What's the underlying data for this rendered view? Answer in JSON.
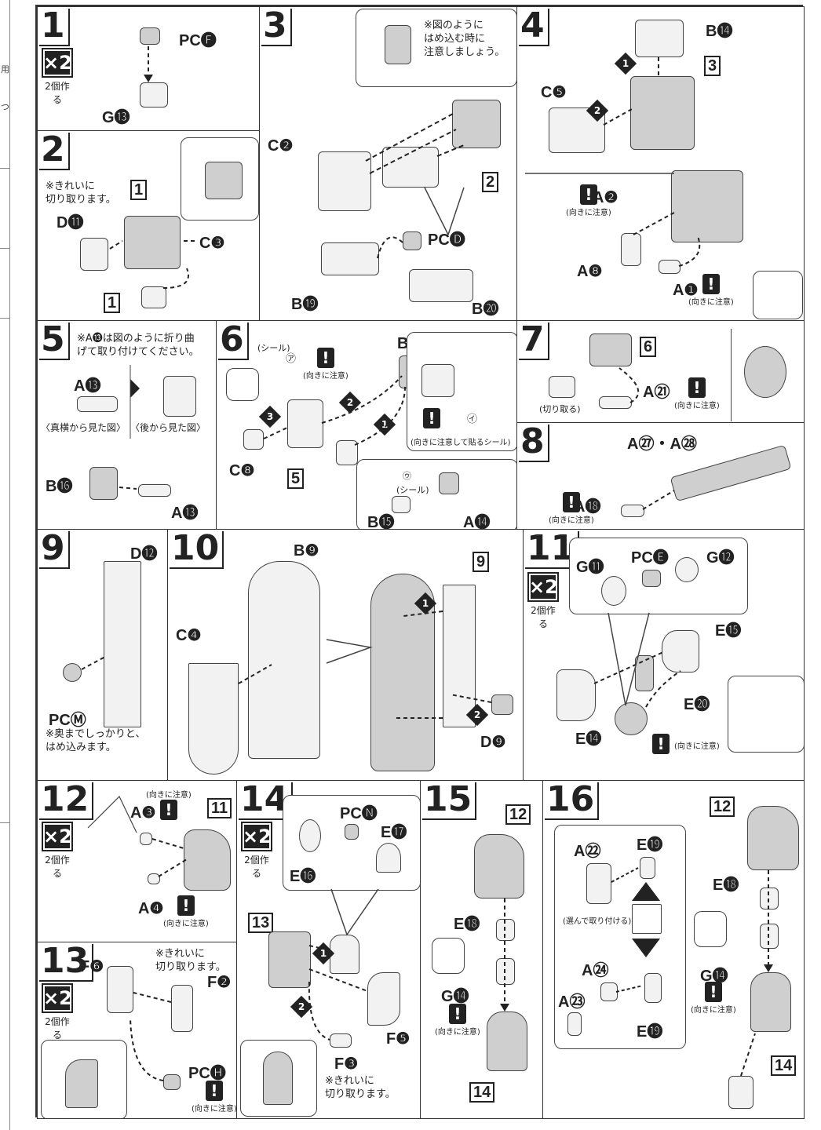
{
  "margin": {
    "chars": [
      "用",
      "つ"
    ]
  },
  "steps": {
    "s1": {
      "num": "1",
      "x2": "×2",
      "x2_label": "2個作る",
      "parts": [
        "PC🅕",
        "G⓭"
      ]
    },
    "s2": {
      "num": "2",
      "note": "※きれいに\n切り取ります。",
      "ref_a": "1",
      "ref_b": "1",
      "parts": [
        "D⓫",
        "C❸"
      ]
    },
    "s3": {
      "num": "3",
      "note": "※図のように\nはめ込む時に\n注意しましょう。",
      "ref": "2",
      "parts": [
        "C❷",
        "PC🅓",
        "B⓳",
        "B⓴"
      ]
    },
    "s4": {
      "num": "4",
      "ref": "3",
      "parts": [
        "B⓮",
        "C❺",
        "A❷",
        "A❽",
        "A❶"
      ],
      "seq": [
        "1",
        "2"
      ],
      "caution": "(向きに注意)"
    },
    "s5": {
      "num": "5",
      "note": "※A⓭は図のように折り曲\nげて取り付けてください。",
      "parts": [
        "A⓭",
        "B⓰",
        "A⓭"
      ],
      "view_side": "〈真横から見た図〉",
      "view_back": "〈後から見た図〉"
    },
    "s6": {
      "num": "6",
      "ref": "5",
      "parts": [
        "B⓱",
        "C❽",
        "B⓯",
        "A⓮"
      ],
      "seal_a": "(シール)",
      "seal_a_id": "㋐",
      "seal_u": "(シール)",
      "seal_u_id": "㋒",
      "seal_i_id": "㋑",
      "caution": "(向きに注意)",
      "caution_seal": "(向きに注意して貼るシール)",
      "seq": [
        "1",
        "2",
        "3"
      ]
    },
    "s7": {
      "num": "7",
      "ref": "6",
      "parts": [
        "A㉑"
      ],
      "cut_label": "(切り取る)",
      "caution": "(向きに注意)"
    },
    "s8": {
      "num": "8",
      "parts": [
        "A㉗・A㉘",
        "A⓲"
      ],
      "caution": "(向きに注意)"
    },
    "s9": {
      "num": "9",
      "parts": [
        "D⓬",
        "PCⓂ"
      ],
      "note": "※奥までしっかりと、\nはめ込みます。"
    },
    "s10": {
      "num": "10",
      "ref": "9",
      "parts": [
        "B❾",
        "C❹",
        "D❾"
      ],
      "seq": [
        "1",
        "2"
      ]
    },
    "s11": {
      "num": "11",
      "x2": "×2",
      "x2_label": "2個作る",
      "parts": [
        "G⓫",
        "PC🅔",
        "G⓬",
        "E⓯",
        "E⓴",
        "E⓮"
      ],
      "caution": "(向きに注意)"
    },
    "s12": {
      "num": "12",
      "x2": "×2",
      "x2_label": "2個作る",
      "ref": "11",
      "parts": [
        "A❸",
        "A❹"
      ],
      "caution_a": "(向きに注意)",
      "caution_b": "(向きに注意)"
    },
    "s13": {
      "num": "13",
      "x2": "×2",
      "x2_label": "2個作る",
      "note": "※きれいに\n切り取ります。",
      "parts": [
        "F❻",
        "F❷",
        "PC🅗"
      ],
      "caution": "(向きに注意)"
    },
    "s14": {
      "num": "14",
      "x2": "×2",
      "x2_label": "2個作る",
      "ref": "13",
      "parts": [
        "PC🅝",
        "E⓱",
        "E⓰",
        "F❺",
        "F❸"
      ],
      "note": "※きれいに\n切り取ります。",
      "seq": [
        "1",
        "2"
      ]
    },
    "s15": {
      "num": "15",
      "ref_top": "12",
      "ref_bottom": "14",
      "parts": [
        "E⓲",
        "G⓮"
      ],
      "caution": "(向きに注意)"
    },
    "s16": {
      "num": "16",
      "ref_top": "12",
      "ref_bottom": "14",
      "parts": [
        "A㉒",
        "E⓳",
        "A㉔",
        "A㉓",
        "E⓳",
        "E⓲",
        "G⓮"
      ],
      "choose": "(選んで取り付ける)",
      "caution": "(向きに注意)"
    }
  },
  "colors": {
    "ink": "#222222",
    "part_fill": "#f2f2f2",
    "part_dark": "#cfcfcf"
  }
}
